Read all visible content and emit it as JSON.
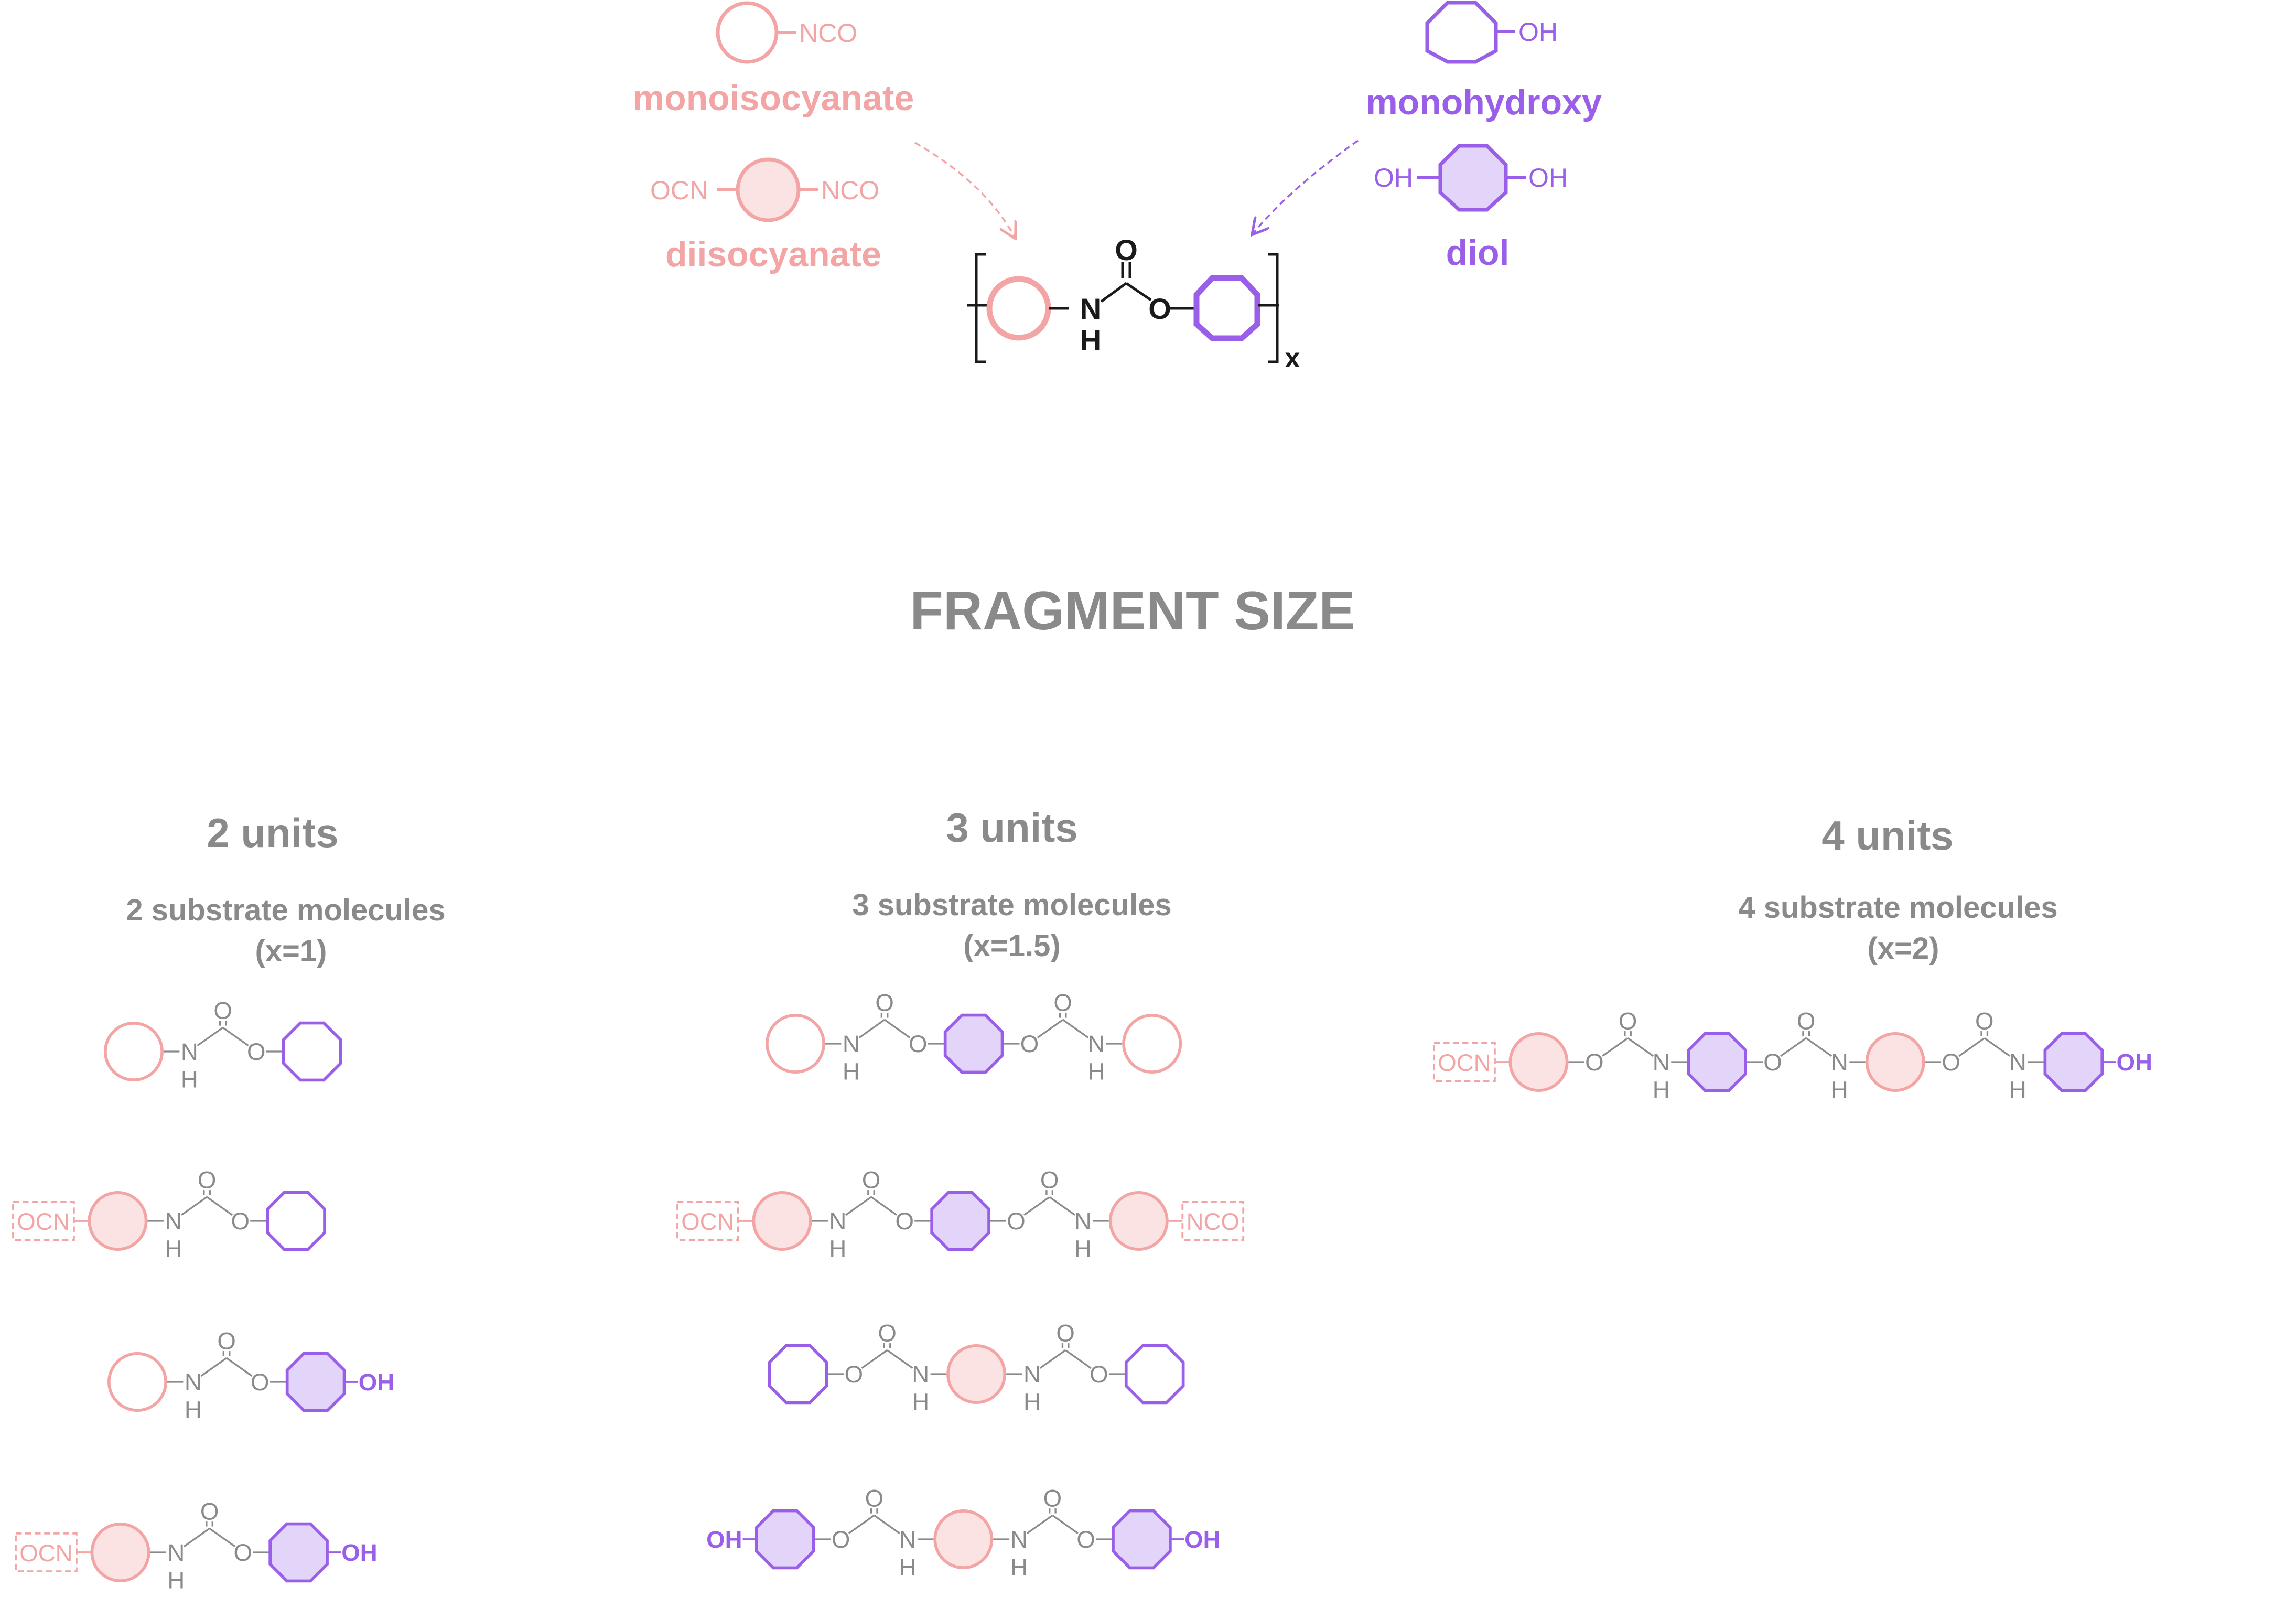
{
  "colors": {
    "pink": "#f3a5a5",
    "pink_fill": "#fbe3e3",
    "purple": "#9a5fe8",
    "purple_fill": "#e3d5fa",
    "gray": "#8a8a8a",
    "black": "#1a1a1a"
  },
  "legend": {
    "monoisocyanate": {
      "label": "monoisocyanate",
      "group": "NCO"
    },
    "diisocyanate": {
      "label": "diisocyanate",
      "left_group": "OCN",
      "right_group": "NCO"
    },
    "monohydroxy": {
      "label": "monohydroxy",
      "group": "OH"
    },
    "diol": {
      "label": "diol",
      "left_group": "OH",
      "right_group": "OH"
    }
  },
  "repeat_unit": {
    "carbonyl_o": "O",
    "n": "N",
    "h": "H",
    "ester_o": "O",
    "subscript": "x"
  },
  "section_title": "FRAGMENT SIZE",
  "columns": [
    {
      "heading": "2 units",
      "subtitle": "2 substrate molecules",
      "formula": "(x=1)"
    },
    {
      "heading": "3 units",
      "subtitle": "3 substrate molecules",
      "formula": "(x=1.5)"
    },
    {
      "heading": "4 units",
      "subtitle": "4 substrate molecules",
      "formula": "(x=2)"
    }
  ],
  "atoms": {
    "N": "N",
    "H": "H",
    "O": "O",
    "OH": "OH",
    "OCN": "OCN",
    "NCO": "NCO"
  }
}
